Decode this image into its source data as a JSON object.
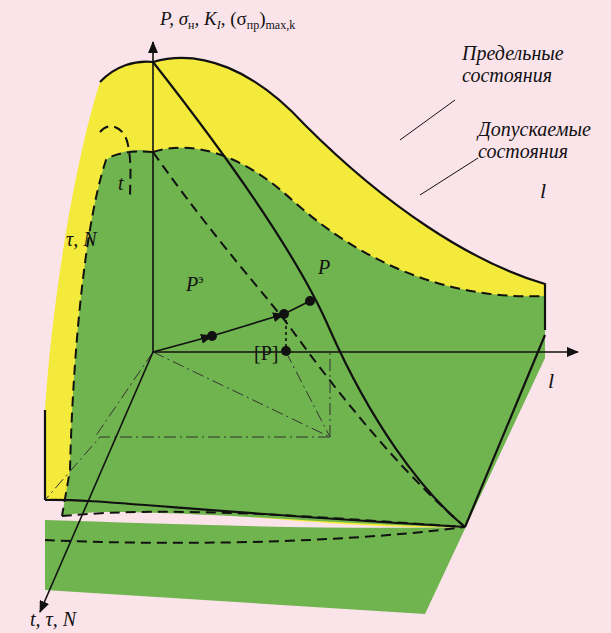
{
  "diagram": {
    "labels": [
      "P, σ",
      "н",
      ", K",
      "I",
      ", (σ",
      "пр",
      ")",
      "max,k",
      "Предельные состояния",
      "Допускаемые состояния",
      "l",
      "t",
      "τ, N",
      "P",
      "э",
      "P",
      "[P]",
      "l",
      "t, τ, N"
    ]
  }
}
